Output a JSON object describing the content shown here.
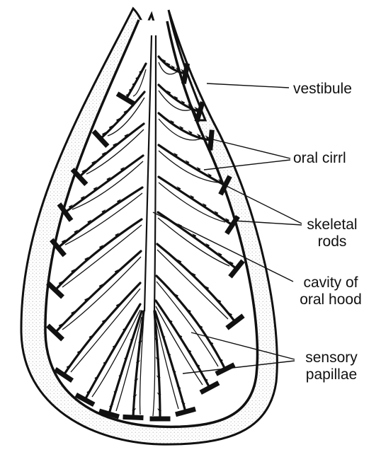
{
  "labels": {
    "vestibule": "vestibule",
    "oral_cirri": "oral cirrl",
    "skeletal_rods": [
      "skeletal",
      "rods"
    ],
    "cavity_of_oral_hood": [
      "cavity of",
      "oral hood"
    ],
    "sensory_papillae": [
      "sensory",
      "papillae"
    ]
  },
  "colors": {
    "ink": "#111111",
    "hood_fill": "#ffffff",
    "stipple": "#d6d6d6"
  }
}
